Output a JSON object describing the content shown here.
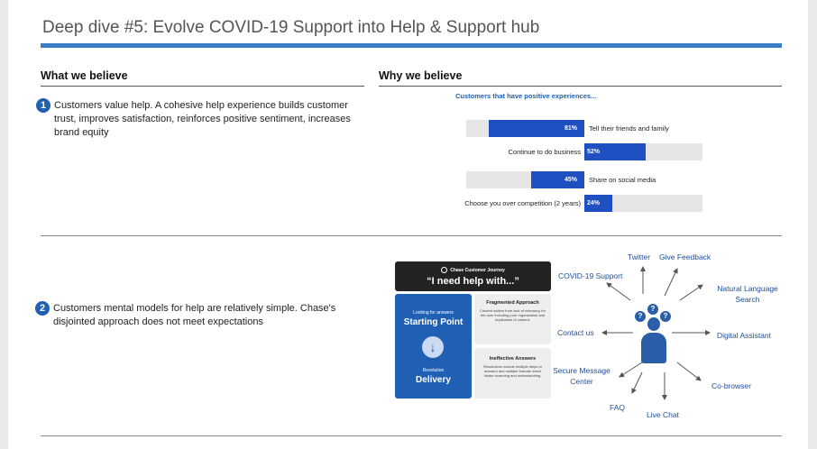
{
  "title": "Deep dive #5: Evolve COVID-19 Support into Help & Support hub",
  "left_heading": "What we believe",
  "right_heading": "Why we believe",
  "beliefs": [
    {
      "number": "1",
      "text": "Customers value help. A cohesive help experience builds customer trust, improves satisfaction, reinforces positive sentiment, increases brand equity"
    },
    {
      "number": "2",
      "text": "Customers mental models for help are relatively simple. Chase's disjointed approach does not meet expectations"
    }
  ],
  "chart_data": {
    "type": "bar",
    "title": "Customers that have positive experiences...",
    "categories": [
      "Tell their friends and family",
      "Continue to do business",
      "Share on social media",
      "Choose you over competition (2 years)"
    ],
    "values": [
      81,
      52,
      45,
      24
    ],
    "value_labels": [
      "81%",
      "52%",
      "45%",
      "24%"
    ],
    "unit": "%",
    "ylim": [
      0,
      100
    ],
    "colors": {
      "bar": "#1f4fc0",
      "track": "#e6e6e6"
    }
  },
  "journey": {
    "brand": "Chase Customer Journey",
    "quote": "“I need help with...”",
    "start_small": "Looking for answers",
    "start_big": "Starting Point",
    "end_small": "Resolution",
    "end_big": "Delivery",
    "issue1_title": "Fragmented Approach",
    "issue1_desc": "Content suffers from lack of relevancy for the user including poor organization and duplication of content.",
    "issue2_title": "Ineffective Answers",
    "issue2_desc": "Resolutions include multiple steps to answers and multiple formats which hinder scanning and understanding."
  },
  "hub": {
    "channels": [
      "Twitter",
      "Give Feedback",
      "COVID-19 Support",
      "Natural Language Search",
      "Contact us",
      "Digital Assistant",
      "Secure Message Center",
      "Co-browser",
      "FAQ",
      "Live Chat"
    ],
    "icons": [
      "user-icon",
      "question-bubble-icon"
    ],
    "accent": "#2a5ea8"
  }
}
